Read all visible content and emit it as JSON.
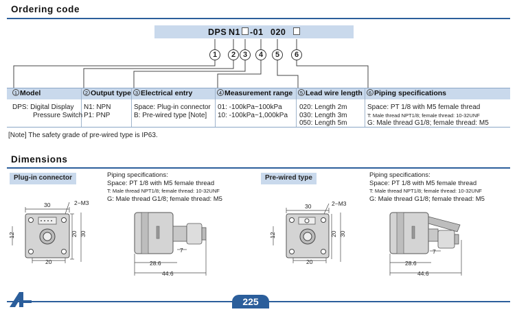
{
  "sections": {
    "ordering_code_title": "Ordering code",
    "dimensions_title": "Dimensions"
  },
  "code": {
    "part1": "DPS",
    "part2": "N1",
    "part3": "-01",
    "part4": "020"
  },
  "callouts": [
    "1",
    "2",
    "3",
    "4",
    "5",
    "6"
  ],
  "table": {
    "headers": [
      {
        "num": "1",
        "label": "Model"
      },
      {
        "num": "2",
        "label": "Output type"
      },
      {
        "num": "3",
        "label": "Electrical entry"
      },
      {
        "num": "4",
        "label": "Measurement range"
      },
      {
        "num": "5",
        "label": "Lead wire length"
      },
      {
        "num": "6",
        "label": "Piping specifications"
      }
    ],
    "model": [
      "DPS: Digital Display",
      "Pressure Switch"
    ],
    "output": [
      "N1: NPN",
      "P1: PNP"
    ],
    "electrical": [
      "Space: Plug-in connector",
      "B: Pre-wired type [Note]"
    ],
    "range": [
      "01: -100kPa~100kPa",
      "10: -100kPa~1,000kPa"
    ],
    "lead": [
      "020: Length 2m",
      "030: Length 3m",
      "050: Length 5m"
    ],
    "piping": [
      "Space: PT 1/8 with M5 female thread",
      "T: Male thread NPT1/8; female thread: 10-32UNF",
      "G: Male thread G1/8; female thread: M5"
    ]
  },
  "note": "[Note] The safety grade of pre-wired type is IP63.",
  "plug_in": {
    "tag": "Plug-in connector",
    "piping_title": "Piping specifications:",
    "piping_space": "Space: PT 1/8 with M5 female thread",
    "piping_t": "T: Male thread NPT1/8; female thread: 10-32UNF",
    "piping_g": "G: Male thread G1/8; female thread: M5",
    "dims": {
      "w30": "30",
      "m3": "2−M3",
      "h12": "12",
      "h20": "20",
      "h30": "30",
      "w20": "20",
      "d7": "7",
      "d286": "28.6",
      "d446": "44.6"
    }
  },
  "pre_wired": {
    "tag": "Pre-wired type",
    "piping_title": "Piping specifications:",
    "piping_space": "Space: PT 1/8 with M5 female thread",
    "piping_t": "T: Male thread NPT1/8; female thread: 10-32UNF",
    "piping_g": "G: Male thread G1/8; female thread: M5",
    "dims": {
      "w30": "30",
      "m3": "2−M3",
      "h12": "12",
      "h20": "20",
      "h30": "30",
      "w20": "20",
      "d7": "7",
      "d286": "28.6",
      "d446": "44.6"
    }
  },
  "page_number": "225"
}
